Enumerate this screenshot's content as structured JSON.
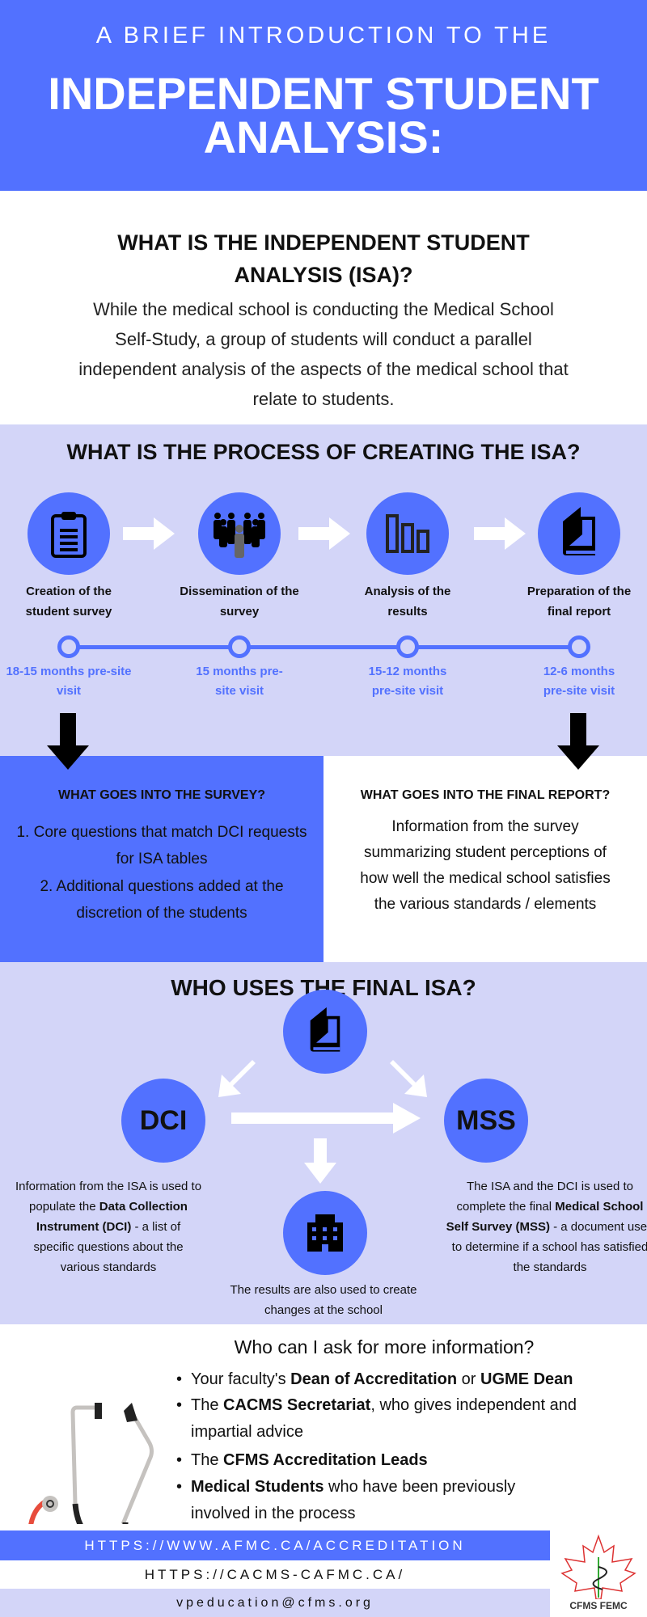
{
  "header": {
    "subtitle": "A BRIEF INTRODUCTION TO THE",
    "title_line1": "INDEPENDENT STUDENT",
    "title_line2": "ANALYSIS:"
  },
  "what": {
    "title_line1": "WHAT IS THE INDEPENDENT STUDENT",
    "title_line2": "ANALYSIS (ISA)?",
    "body": "While the medical school is conducting the Medical School Self-Study, a group of students will conduct a parallel independent analysis of the aspects of the medical school that relate to students."
  },
  "process": {
    "title": "WHAT IS THE PROCESS OF CREATING THE ISA?",
    "steps": [
      {
        "label": "Creation of the student survey",
        "time": "18-15 months pre-site visit",
        "icon": "clipboard-icon"
      },
      {
        "label": "Dissemination of the survey",
        "time": "15 months pre-site visit",
        "icon": "people-icon"
      },
      {
        "label": "Analysis of the results",
        "time": "15-12 months pre-site visit",
        "icon": "bar-chart-icon"
      },
      {
        "label": "Preparation of the final report",
        "time": "12-6 months pre-site visit",
        "icon": "book-icon"
      }
    ]
  },
  "survey": {
    "title": "WHAT GOES INTO THE SURVEY?",
    "items": [
      "1. Core questions that match DCI requests for ISA tables",
      "2. Additional questions added at the discretion of the students"
    ]
  },
  "report": {
    "title": "WHAT GOES INTO THE FINAL REPORT?",
    "body": "Information from the survey summarizing student perceptions of how well the medical school satisfies the various standards / elements"
  },
  "users": {
    "title": "WHO USES THE FINAL ISA?",
    "dci": "DCI",
    "mss": "MSS",
    "dci_text": {
      "a": "Information from the ISA is used to populate the ",
      "b": "Data Collection Instrument (DCI)",
      "c": " - a list of specific questions about the various standards"
    },
    "mss_text": {
      "a": "The ISA and the DCI is used to complete the final ",
      "b": "Medical School Self Survey (MSS)",
      "c": " - a document used to determine if a school has satisfied the standards"
    },
    "school_text": "The results are also used to create changes at the school"
  },
  "contact": {
    "title": "Who can I ask for more information?",
    "b1": {
      "a": "Your faculty's ",
      "b": "Dean of Accreditation",
      "c": " or ",
      "d": "UGME Dean"
    },
    "b2": {
      "a": "The ",
      "b": "CACMS Secretariat",
      "c": ", who gives independent and impartial advice"
    },
    "b3": {
      "a": "The ",
      "b": "CFMS Accreditation Leads"
    },
    "b4": {
      "b": "Medical Students",
      "c": " who have been previously involved in the process"
    }
  },
  "footer": {
    "link1": "HTTPS://WWW.AFMC.CA/ACCREDITATION",
    "link2": "HTTPS://CACMS-CAFMC.CA/",
    "email": "vpeducation@cfms.org",
    "logo": "CFMS FEMC"
  },
  "colors": {
    "blue": "#5271ff",
    "lavender": "#d3d5f8"
  }
}
